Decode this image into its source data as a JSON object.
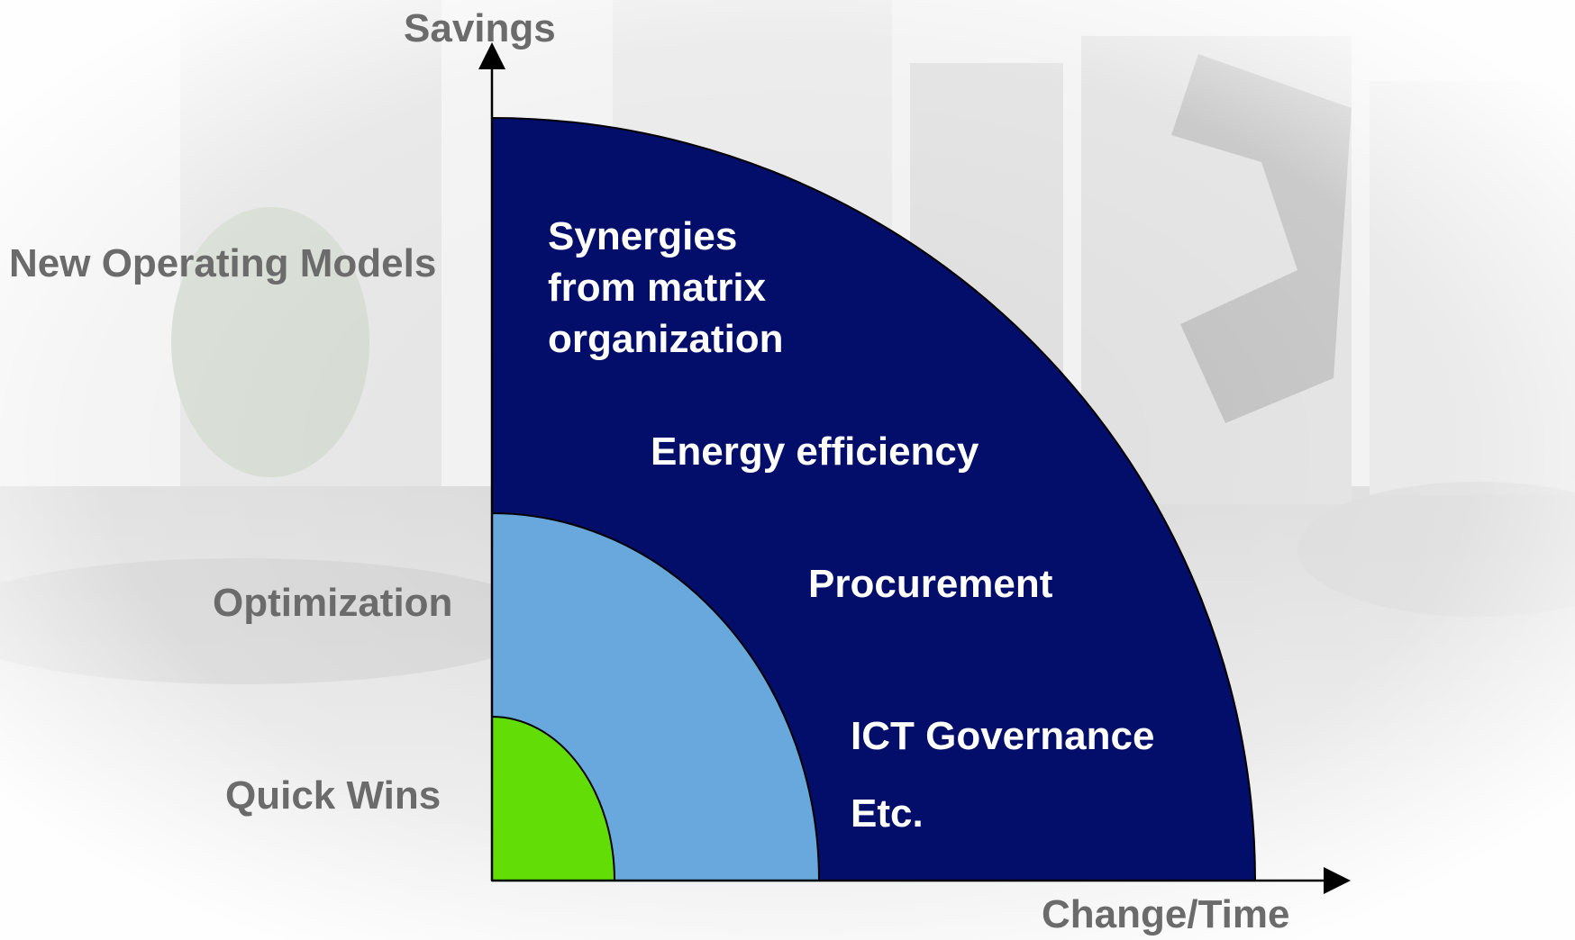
{
  "axes": {
    "y_label": "Savings",
    "x_label": "Change/Time"
  },
  "levels": [
    {
      "label": "New Operating Models",
      "color": "#020e6a"
    },
    {
      "label": "Optimization",
      "color": "#68a8dc"
    },
    {
      "label": "Quick Wins",
      "color": "#62de06"
    }
  ],
  "outer_items": {
    "synergies": [
      "Synergies",
      "from matrix",
      "organization"
    ],
    "energy": "Energy efficiency",
    "procurement": "Procurement",
    "ict": "ICT Governance",
    "etc": "Etc."
  }
}
